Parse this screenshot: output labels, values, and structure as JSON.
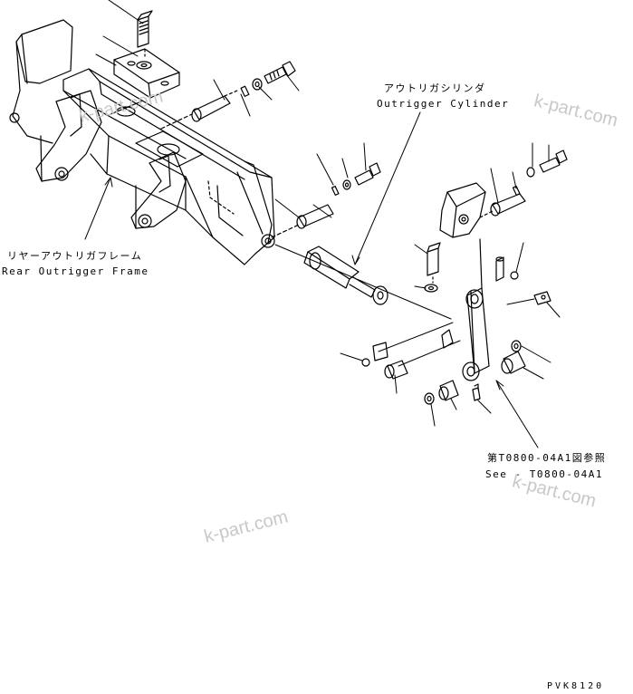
{
  "labels": {
    "cylinder_jp": "アウトリガシリンダ",
    "cylinder_en": "Outrigger Cylinder",
    "frame_jp": "リヤーアウトリガフレーム",
    "frame_en": "Rear Outrigger Frame",
    "ref_jp": "第T0800-04A1図参照",
    "ref_en": "See - T0800-04A1"
  },
  "watermark": "k-part.com",
  "drawing_code": "PVK8120",
  "colors": {
    "line": "#000000",
    "watermark": "#c8c8c8",
    "background": "#ffffff"
  }
}
